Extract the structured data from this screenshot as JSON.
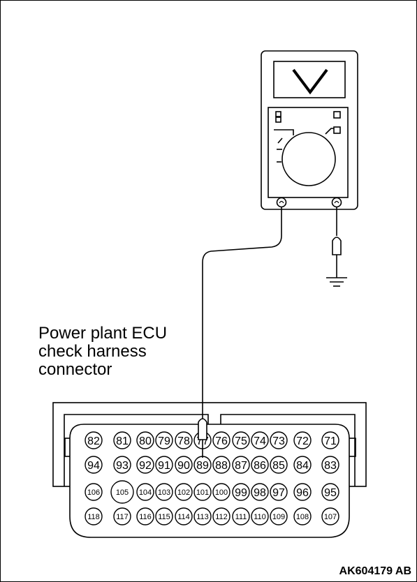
{
  "connector_label": {
    "line1": "Power plant ECU",
    "line2": "check harness",
    "line3": "connector"
  },
  "figure_code": "AK604179 AB",
  "meter_display_symbol": "V",
  "connector_pins": {
    "row1": [
      "82",
      "81",
      "80",
      "79",
      "78",
      "77",
      "76",
      "75",
      "74",
      "73",
      "72",
      "71"
    ],
    "row2": [
      "94",
      "93",
      "92",
      "91",
      "90",
      "89",
      "88",
      "87",
      "86",
      "85",
      "84",
      "83"
    ],
    "row3": [
      "106",
      "105",
      "104",
      "103",
      "102",
      "101",
      "100",
      "99",
      "98",
      "97",
      "96",
      "95"
    ],
    "row4": [
      "118",
      "117",
      "116",
      "115",
      "114",
      "113",
      "112",
      "111",
      "110",
      "109",
      "108",
      "107"
    ]
  },
  "probed_pin": "89",
  "probe_terminals": [
    "meter-positive-terminal",
    "ground"
  ]
}
